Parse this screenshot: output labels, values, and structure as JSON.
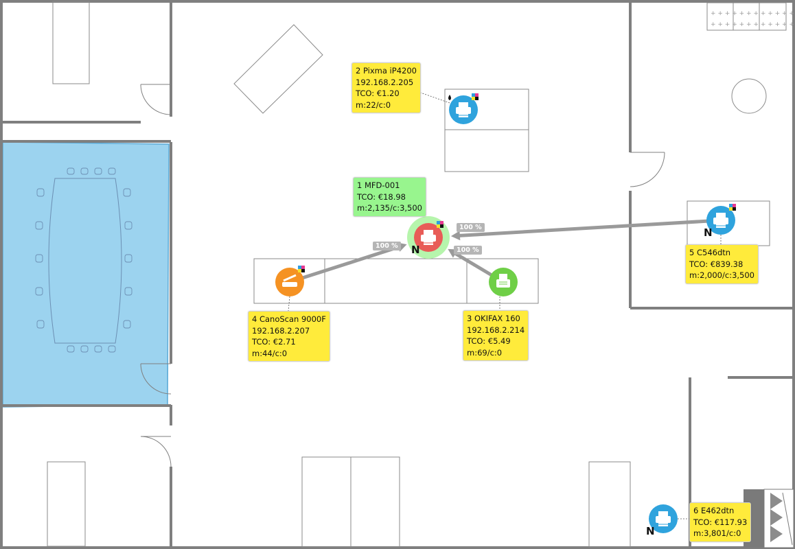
{
  "devices": [
    {
      "id": "mfd",
      "lines": [
        "1 MFD-001",
        "TCO: €18.98",
        "m:2,135/c:3,500"
      ],
      "color": "#e85c57",
      "icon": "mfd-icon",
      "network_badge": "N",
      "card_color": "green"
    },
    {
      "id": "pixma",
      "lines": [
        "2 Pixma iP4200",
        "192.168.2.205",
        "TCO: €1.20",
        "m:22/c:0"
      ],
      "color": "#2fa3dd",
      "icon": "printer-icon",
      "card_color": "yellow"
    },
    {
      "id": "okifax",
      "lines": [
        "3 OKIFAX 160",
        "192.168.2.214",
        "TCO: €5.49",
        "m:69/c:0"
      ],
      "color": "#6fcf47",
      "icon": "fax-icon",
      "card_color": "yellow"
    },
    {
      "id": "canoscan",
      "lines": [
        "4 CanoScan 9000F",
        "192.168.2.207",
        "TCO: €2.71",
        "m:44/c:0"
      ],
      "color": "#f59223",
      "icon": "scanner-icon",
      "card_color": "yellow"
    },
    {
      "id": "c546",
      "lines": [
        "5 C546dtn",
        "TCO: €839.38",
        "m:2,000/c:3,500"
      ],
      "color": "#2fa3dd",
      "icon": "printer-icon",
      "network_badge": "N",
      "card_color": "yellow"
    },
    {
      "id": "e462",
      "lines": [
        "6 E462dtn",
        "TCO: €117.93",
        "m:3,801/c:0"
      ],
      "color": "#2fa3dd",
      "icon": "printer-icon",
      "network_badge": "N",
      "card_color": "yellow"
    }
  ],
  "connections": [
    {
      "from": "canoscan",
      "to": "mfd",
      "label": "100 %"
    },
    {
      "from": "okifax",
      "to": "mfd",
      "label": "100 %"
    },
    {
      "from": "c546",
      "to": "mfd",
      "label": "100 %"
    }
  ],
  "colors": {
    "meeting_room": "#9cd3ef",
    "wall": "#7f7f7f",
    "connection": "#9a9a9a",
    "card_yellow": "#ffeb3b",
    "card_green": "#98f58e"
  }
}
